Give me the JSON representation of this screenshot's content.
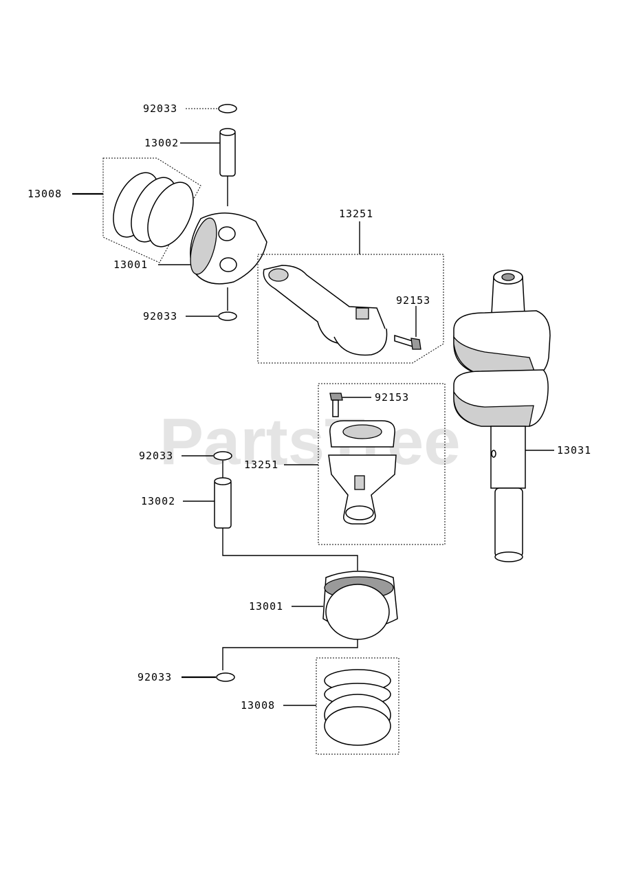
{
  "watermark": "PartsTree",
  "labels": {
    "clip_top": "92033",
    "pin_top": "13002",
    "rings_top": "13008",
    "piston_top": "13001",
    "clip_top_lower": "92033",
    "rod_top": "13251",
    "bolt_top": "92153",
    "bolt_lower": "92153",
    "rod_lower": "13251",
    "crankshaft": "13031",
    "clip_mid": "92033",
    "pin_lower": "13002",
    "piston_lower": "13001",
    "clip_bottom": "92033",
    "rings_bottom": "13008"
  }
}
